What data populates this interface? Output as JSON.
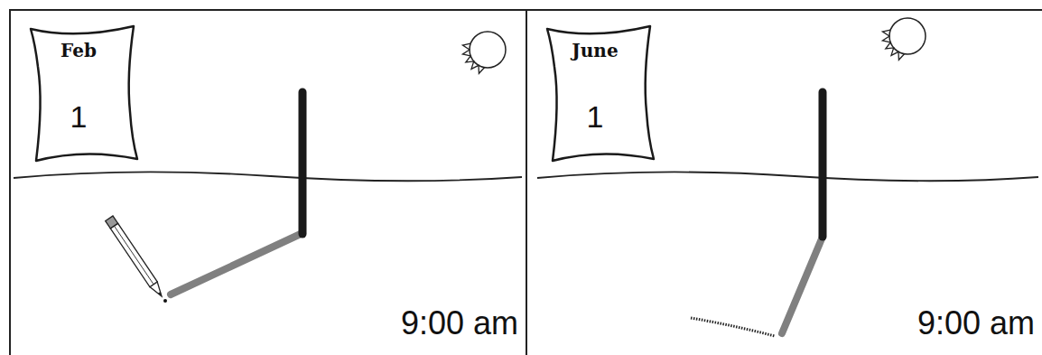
{
  "diagram": {
    "nodes": [
      {
        "text": [
          "9:00 am"
        ]
      },
      {
        "text": [
          "Feb",
          "1"
        ],
        "in": 0
      },
      {
        "text": [
          "9:00 am"
        ]
      },
      {
        "text": [
          "June",
          "1"
        ],
        "in": 2
      }
    ]
  }
}
